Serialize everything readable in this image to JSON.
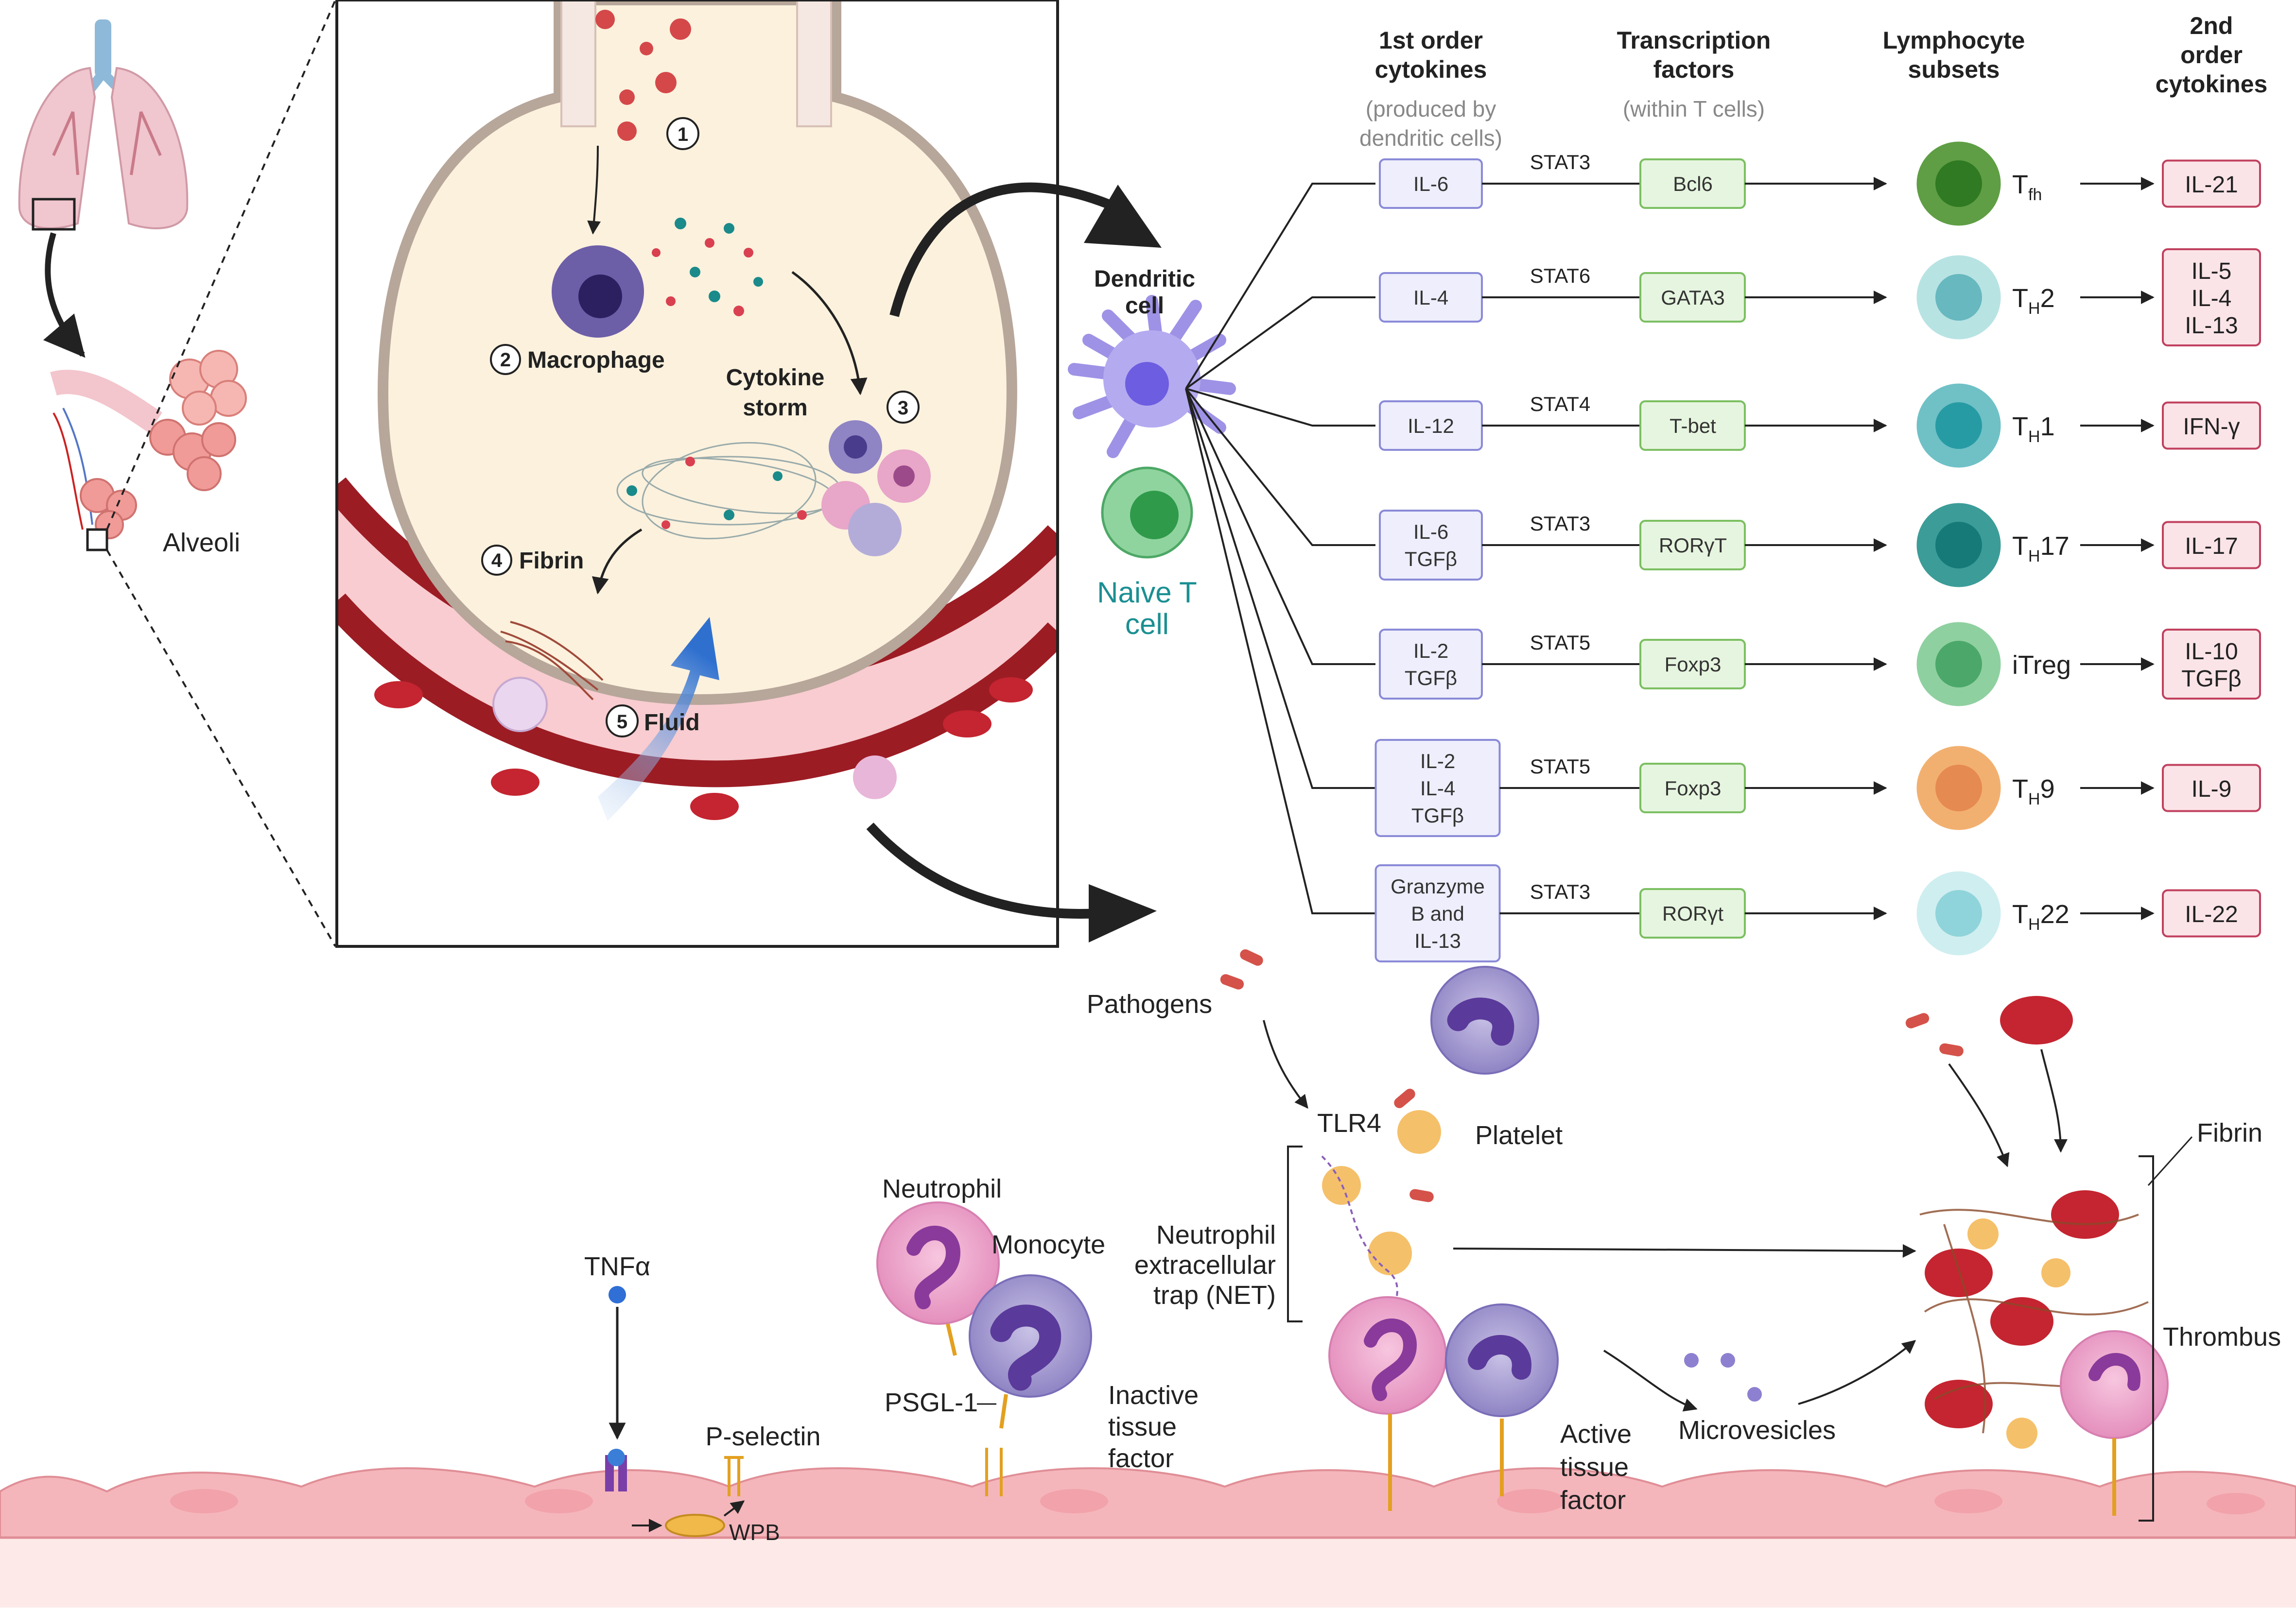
{
  "colors": {
    "cytokine_box_fill": "#eeeefc",
    "cytokine_box_stroke": "#8a8ad8",
    "tf_box_fill": "#e6f5df",
    "tf_box_stroke": "#7cbf62",
    "out_box_fill": "#fbe4e8",
    "out_box_stroke": "#c0405e",
    "alveolus_fill": "#fbf1dd",
    "vessel_red": "#9c1c24",
    "endothelium": "#f4b6bb"
  },
  "left_panel": {
    "alveoli_label": "Alveoli",
    "steps": {
      "s1": "1",
      "s2": "2",
      "s3": "3",
      "s4": "4",
      "s5": "5",
      "macrophage": "Macrophage",
      "cytokine": "Cytokine",
      "storm": "storm",
      "fibrin": "Fibrin",
      "fluid": "Fluid"
    }
  },
  "cells": {
    "dendritic_1": "Dendritic",
    "dendritic_2": "cell",
    "naive_1": "Naive T",
    "naive_2": "cell"
  },
  "table": {
    "headers": {
      "c1": [
        "1st order",
        "cytokines"
      ],
      "c1_sub": [
        "(produced by",
        "dendritic cells)"
      ],
      "c2": [
        "Transcription",
        "factors"
      ],
      "c2_sub": [
        "(within T cells)"
      ],
      "c3": [
        "Lymphocyte",
        "subsets"
      ],
      "c4": [
        "2nd",
        "order",
        "cytokines"
      ]
    },
    "rows": [
      {
        "cytokines": [
          "IL-6"
        ],
        "stat": "STAT3",
        "tf": "Bcl6",
        "subset": "T",
        "subset_sub": "fh",
        "subset_suffix": "",
        "out": [
          "IL-21"
        ],
        "cell_color": "#5f9e44",
        "nucleus": "#2f7a22"
      },
      {
        "cytokines": [
          "IL-4"
        ],
        "stat": "STAT6",
        "tf": "GATA3",
        "subset": "T",
        "subset_sub": "H",
        "subset_suffix": "2",
        "out": [
          "IL-5",
          "IL-4",
          "IL-13"
        ],
        "cell_color": "#b8e3e3",
        "nucleus": "#67b8bf"
      },
      {
        "cytokines": [
          "IL-12"
        ],
        "stat": "STAT4",
        "tf": "T-bet",
        "subset": "T",
        "subset_sub": "H",
        "subset_suffix": "1",
        "out": [
          "IFN-γ"
        ],
        "cell_color": "#6fc1c6",
        "nucleus": "#279ba4"
      },
      {
        "cytokines": [
          "IL-6",
          "TGFβ"
        ],
        "stat": "STAT3",
        "tf": "RORγT",
        "subset": "T",
        "subset_sub": "H",
        "subset_suffix": "17",
        "out": [
          "IL-17"
        ],
        "cell_color": "#3c9c98",
        "nucleus": "#157a78"
      },
      {
        "cytokines": [
          "IL-2",
          "TGFβ"
        ],
        "stat": "STAT5",
        "tf": "Foxp3",
        "subset": "iTreg",
        "subset_sub": "",
        "subset_suffix": "",
        "out": [
          "IL-10",
          "TGFβ"
        ],
        "cell_color": "#8fd0a0",
        "nucleus": "#4ba86a"
      },
      {
        "cytokines": [
          "IL-2",
          "IL-4",
          "TGFβ"
        ],
        "stat": "STAT5",
        "tf": "Foxp3",
        "subset": "T",
        "subset_sub": "H",
        "subset_suffix": "9",
        "out": [
          "IL-9"
        ],
        "cell_color": "#f2b070",
        "nucleus": "#e58a50"
      },
      {
        "cytokines": [
          "Granzyme",
          "B and",
          "IL-13"
        ],
        "stat": "STAT3",
        "tf": "RORγt",
        "subset": "T",
        "subset_sub": "H",
        "subset_suffix": "22",
        "out": [
          "IL-22"
        ],
        "cell_color": "#cfeef0",
        "nucleus": "#8fd4da"
      }
    ]
  },
  "bottom": {
    "pathogens": "Pathogens",
    "tlr4": "TLR4",
    "platelet": "Platelet",
    "fibrin": "Fibrin",
    "net": [
      "Neutrophil",
      "extracellular",
      "trap (NET)"
    ],
    "thrombus": "Thrombus",
    "neutrophil": "Neutrophil",
    "monocyte": "Monocyte",
    "tnfa": "TNFα",
    "pselectin": "P-selectin",
    "psgl1": "PSGL-1",
    "inactive_tf": [
      "Inactive",
      "tissue",
      "factor"
    ],
    "active_tf": [
      "Active",
      "tissue",
      "factor"
    ],
    "microvesicles": "Microvesicles",
    "wpb": "WPB"
  }
}
